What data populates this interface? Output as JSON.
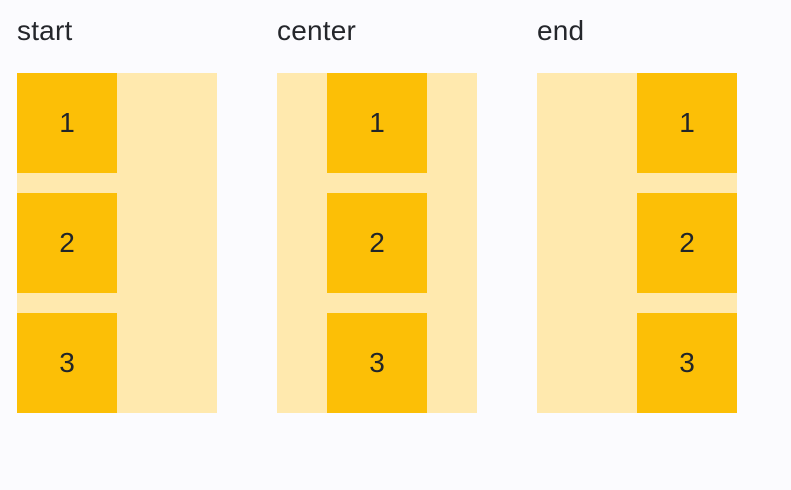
{
  "columns": [
    {
      "label": "start",
      "alignment": "start",
      "items": [
        "1",
        "2",
        "3"
      ]
    },
    {
      "label": "center",
      "alignment": "center",
      "items": [
        "1",
        "2",
        "3"
      ]
    },
    {
      "label": "end",
      "alignment": "end",
      "items": [
        "1",
        "2",
        "3"
      ]
    }
  ],
  "colors": {
    "background": "#FBFBFE",
    "container": "#FFE9AE",
    "box": "#FCBF06",
    "heading_text": "#24262B",
    "number_text": "#212529"
  }
}
